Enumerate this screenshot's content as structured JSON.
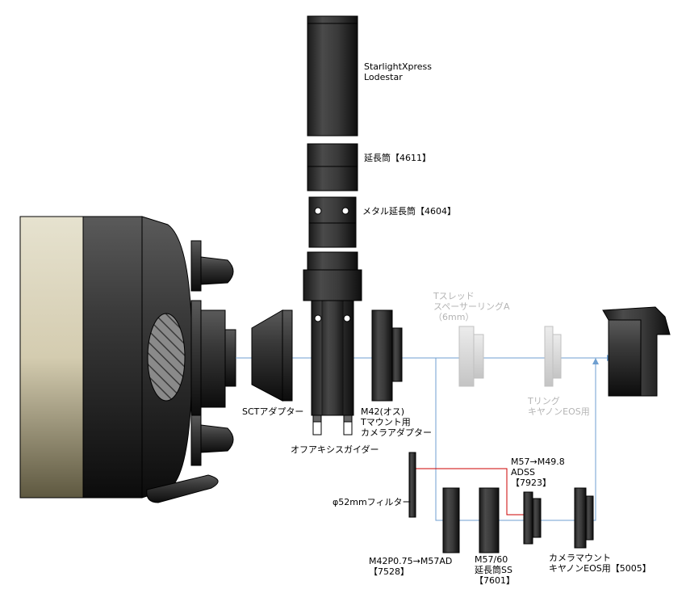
{
  "labels": {
    "camera": "StarlightXpress\nLodestar",
    "ext_4611": "延長筒【4611】",
    "metal_ext": "メタル延長筒【4604】",
    "t_thread_spacer": "Tスレッド\nスペーサーリングA\n（6mm）",
    "t_ring": "Tリング\nキヤノンEOS用",
    "sct_adapter": "SCTアダプター",
    "m42_adapter": "M42(オス)\nTマウント用\nカメラアダプター",
    "off_axis_guider": "オフアキシスガイダー",
    "m57_adss": "M57→M49.8\nADSS\n【7923】",
    "filter_52": "φ52mmフィルター",
    "m42_m57": "M42P0.75→M57AD\n【7528】",
    "m57_ext_ss": "M57/60\n延長筒SS\n【7601】",
    "camera_mount": "カメラマウント\nキヤノンEOS用【5005】"
  },
  "colors": {
    "optical_path": "#6f9fd0",
    "alt_path": "#cc0000",
    "faded_part": "#d6d6d6",
    "telescope_tube": "#c8c0a4"
  }
}
